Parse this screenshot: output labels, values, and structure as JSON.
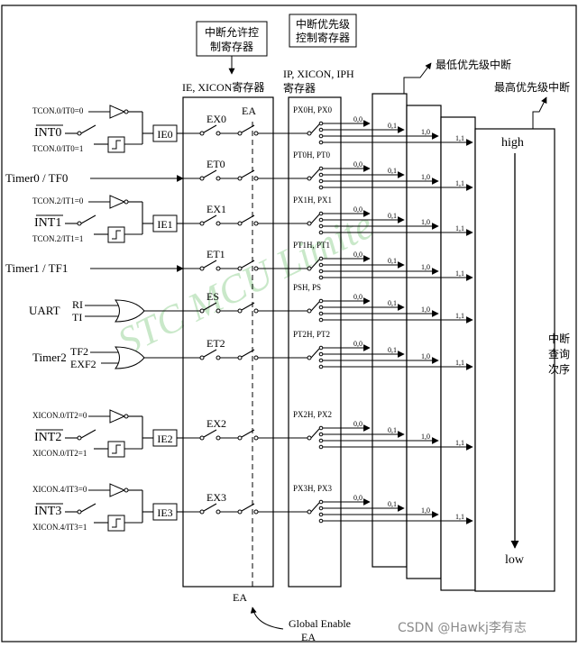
{
  "titles": {
    "enable_box": [
      "中断允许控",
      "制寄存器"
    ],
    "priority_box": [
      "中断优先级",
      "控制寄存器"
    ],
    "enable_reg": "IE, XICON寄存器",
    "priority_reg": [
      "IP, XICON, IPH",
      "寄存器"
    ],
    "lowest_label": "最低优先级中断",
    "highest_label": "最高优先级中断",
    "query_order": [
      "中断",
      "查询",
      "次序"
    ],
    "high": "high",
    "low": "low",
    "ea_top": "EA",
    "ea_bottom": "EA",
    "global_enable": [
      "Global Enable",
      "EA"
    ]
  },
  "levels": [
    "0,0",
    "0,1",
    "1,0",
    "1,1"
  ],
  "sources": [
    {
      "kind": "ext",
      "top": "TCON.0/IT0=0",
      "name": "INT0",
      "bottom": "TCON.0/IT0=1",
      "flag": "IE0",
      "en": "EX0",
      "pri": "PX0H, PX0"
    },
    {
      "kind": "simple",
      "name": "Timer0 / TF0",
      "en": "ET0",
      "pri": "PT0H, PT0"
    },
    {
      "kind": "ext",
      "top": "TCON.2/IT1=0",
      "name": "INT1",
      "bottom": "TCON.2/IT1=1",
      "flag": "IE1",
      "en": "EX1",
      "pri": "PX1H, PX1"
    },
    {
      "kind": "simple",
      "name": "Timer1 / TF1",
      "en": "ET1",
      "pri": "PT1H, PT1"
    },
    {
      "kind": "or",
      "name": "UART",
      "in1": "RI",
      "in2": "TI",
      "en": "ES",
      "pri": "PSH, PS"
    },
    {
      "kind": "or",
      "name": "Timer2",
      "in1": "TF2",
      "in2": "EXF2",
      "en": "ET2",
      "pri": "PT2H, PT2"
    },
    {
      "kind": "ext",
      "top": "XICON.0/IT2=0",
      "name": "INT2",
      "bottom": "XICON.0/IT2=1",
      "flag": "IE2",
      "en": "EX2",
      "pri": "PX2H, PX2"
    },
    {
      "kind": "ext",
      "top": "XICON.4/IT3=0",
      "name": "INT3",
      "bottom": "XICON.4/IT3=1",
      "flag": "IE3",
      "en": "EX3",
      "pri": "PX3H, PX3"
    }
  ],
  "watermark": "STC MCU Limited",
  "credit": "CSDN @Hawkj李有志"
}
